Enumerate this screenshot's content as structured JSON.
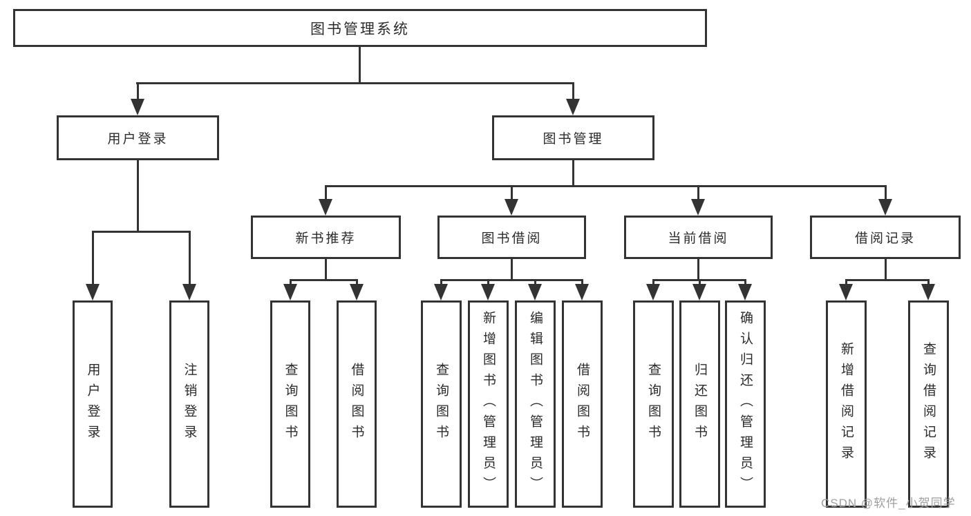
{
  "diagram": {
    "root": {
      "label": "图书管理系统"
    },
    "branches": [
      {
        "label": "用户登录",
        "leaves": [
          {
            "label": "用户登录"
          },
          {
            "label": "注销登录"
          }
        ]
      },
      {
        "label": "图书管理",
        "sections": [
          {
            "label": "新书推荐",
            "leaves": [
              {
                "label": "查询图书"
              },
              {
                "label": "借阅图书"
              }
            ]
          },
          {
            "label": "图书借阅",
            "leaves": [
              {
                "label": "查询图书"
              },
              {
                "label": "新增图书（管理员）"
              },
              {
                "label": "编辑图书（管理员）"
              },
              {
                "label": "借阅图书"
              }
            ]
          },
          {
            "label": "当前借阅",
            "leaves": [
              {
                "label": "查询图书"
              },
              {
                "label": "归还图书"
              },
              {
                "label": "确认归还（管理员）"
              }
            ]
          },
          {
            "label": "借阅记录",
            "leaves": [
              {
                "label": "新增借阅记录"
              },
              {
                "label": "查询借阅记录"
              }
            ]
          }
        ]
      }
    ]
  },
  "watermark": {
    "text": "CSDN @软件_小贺同学"
  },
  "colors": {
    "line": "#333333",
    "box_border": "#333333",
    "text": "#2b2b2b",
    "watermark": "#9e9e9e",
    "background": "#ffffff"
  }
}
